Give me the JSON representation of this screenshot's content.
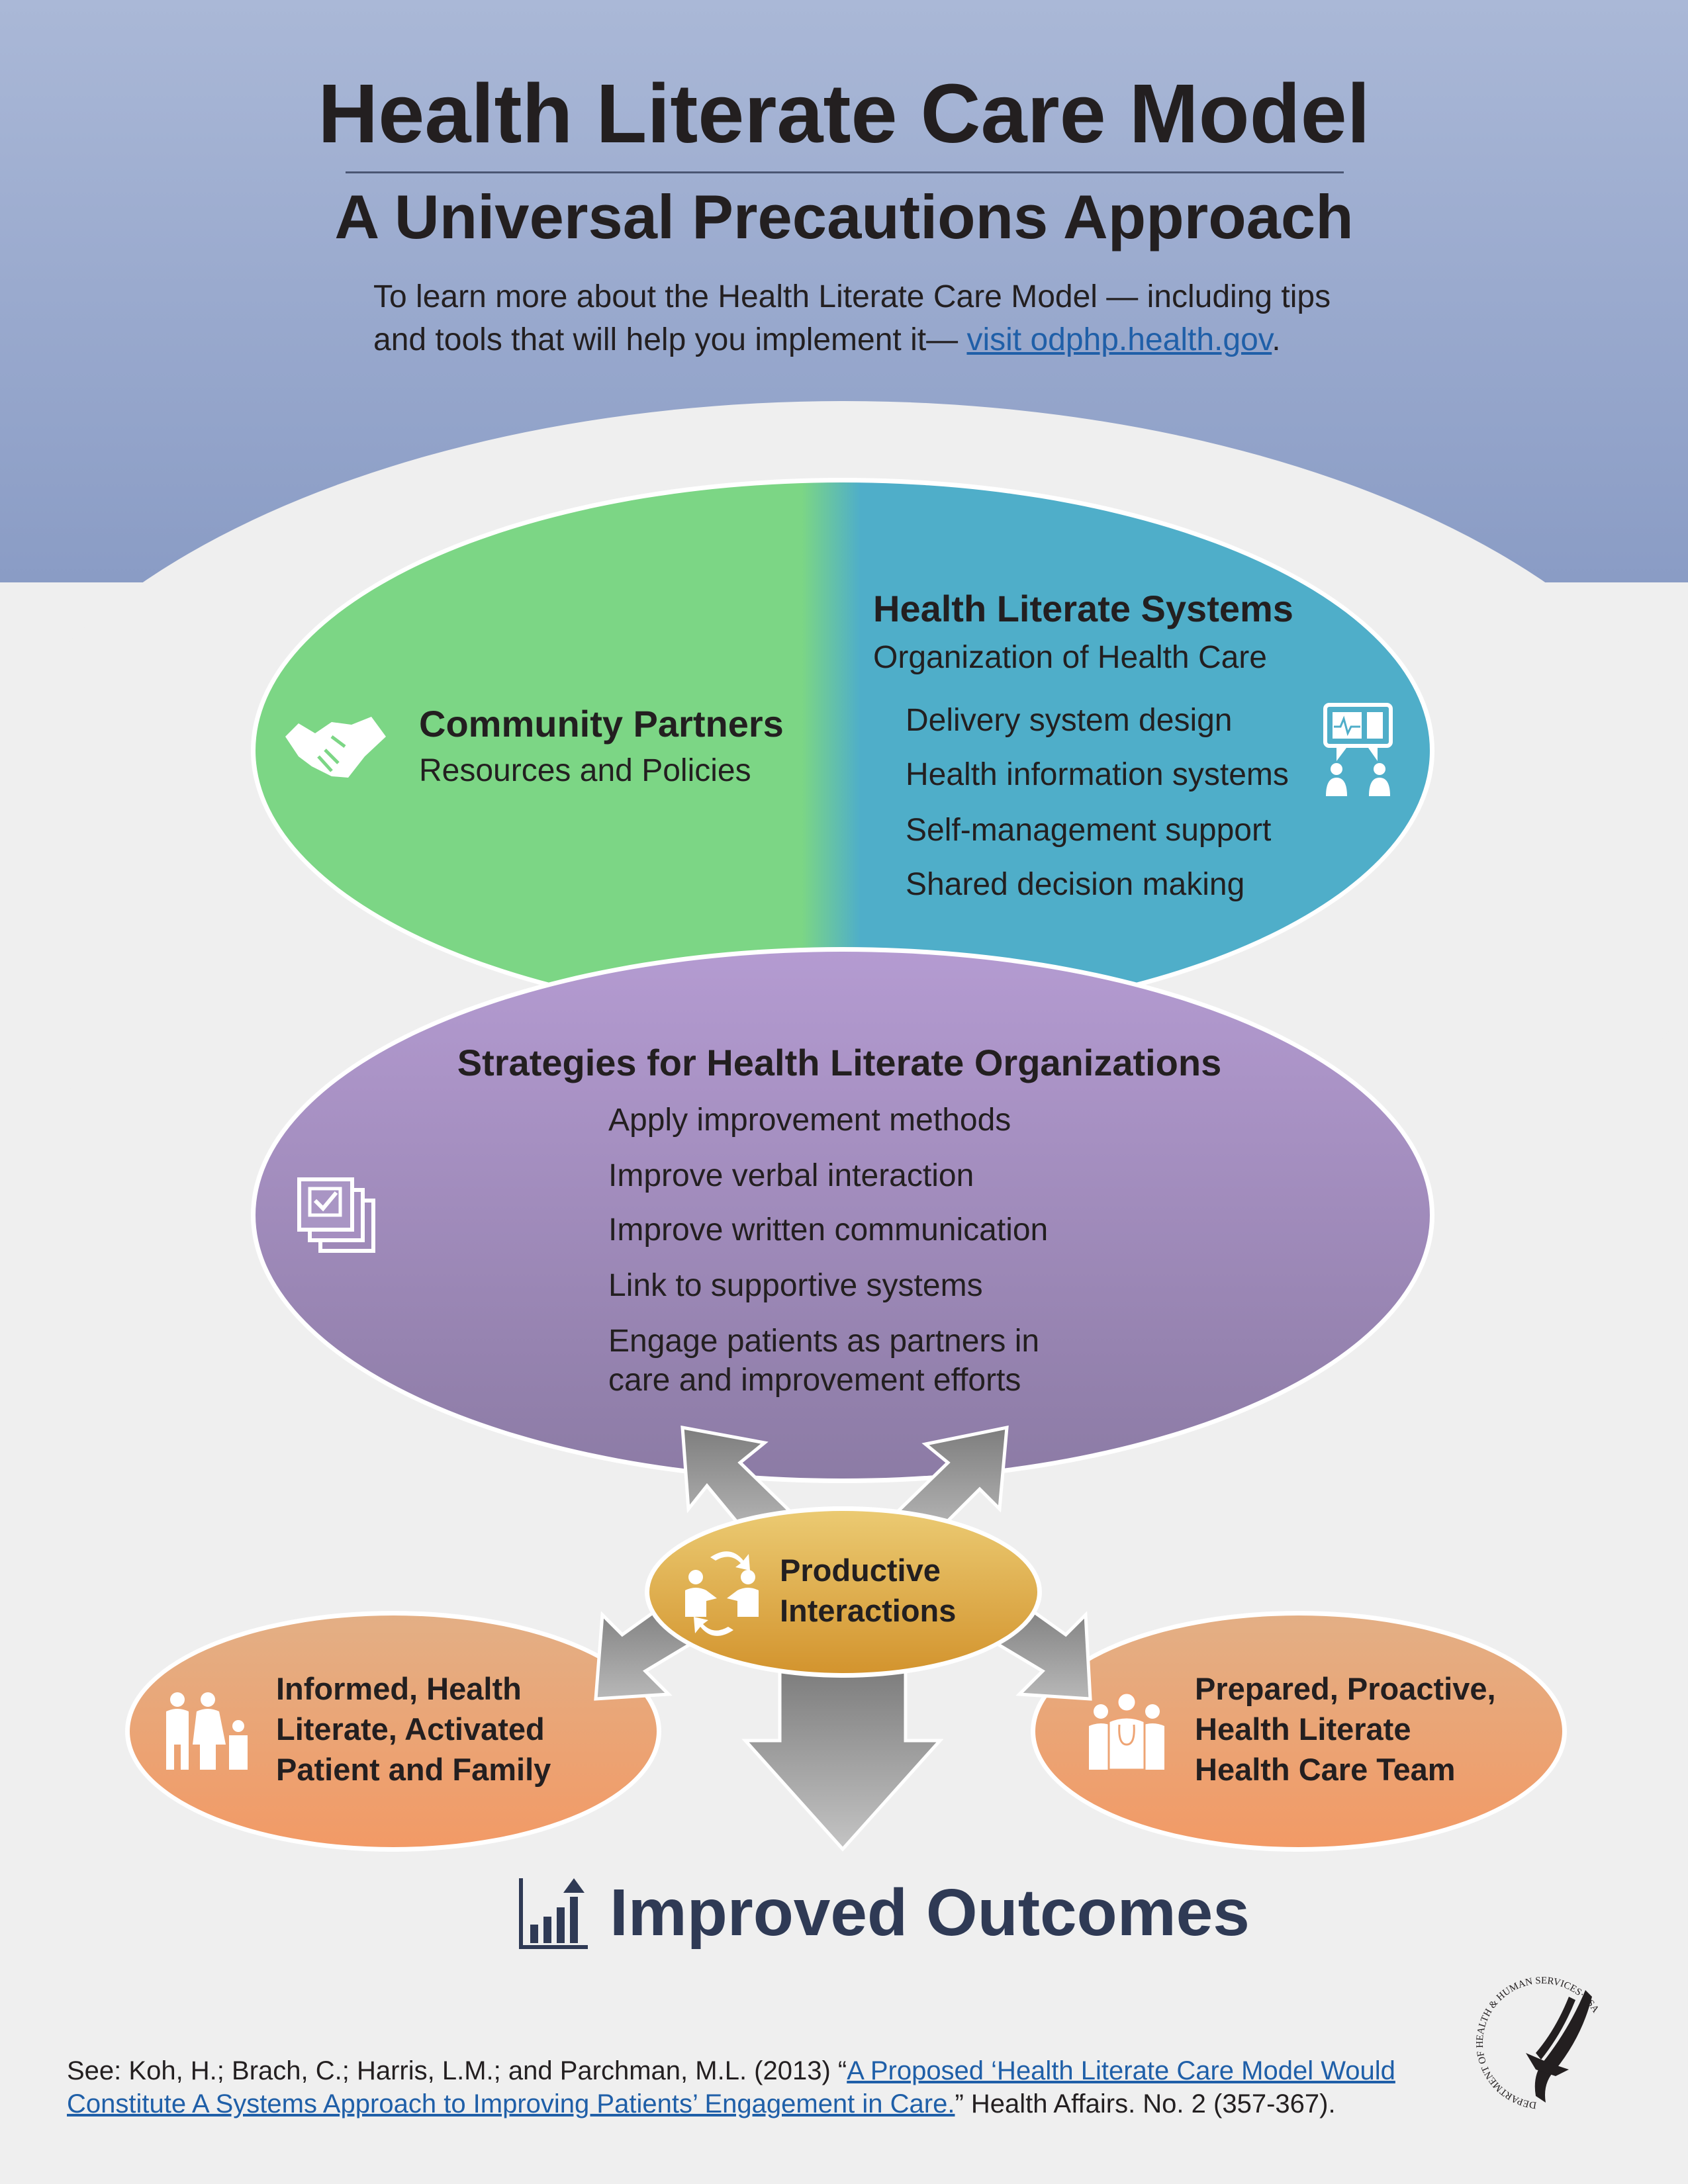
{
  "header": {
    "title": "Health Literate Care Model",
    "subtitle": "A Universal Precautions Approach",
    "intro_line1": "To learn more about the Health Literate Care Model — including tips",
    "intro_line2_prefix": "and tools that will help you implement it— ",
    "intro_link": "visit odphp.health.gov",
    "intro_line2_suffix": "."
  },
  "community": {
    "title": "Community Partners",
    "subtitle": "Resources and Policies"
  },
  "systems": {
    "title": "Health Literate Systems",
    "subtitle": "Organization of Health Care",
    "items": [
      "Delivery system design",
      "Health information systems",
      "Self-management support",
      "Shared decision making"
    ]
  },
  "strategies": {
    "title": "Strategies for Health Literate Organizations",
    "items": [
      "Apply improvement methods",
      "Improve verbal interaction",
      "Improve written communication",
      "Link to supportive systems",
      "Engage patients as partners in",
      "care and improvement efforts"
    ]
  },
  "productive": {
    "line1": "Productive",
    "line2": "Interactions"
  },
  "patient": {
    "line1": "Informed, Health",
    "line2": "Literate, Activated",
    "line3": "Patient and Family"
  },
  "team": {
    "line1": "Prepared, Proactive,",
    "line2": "Health Literate",
    "line3": "Health Care Team"
  },
  "outcome": "Improved Outcomes",
  "footer": {
    "prefix": "See: Koh, H.; Brach, C.; Harris, L.M.; and Parchman, M.L. (2013) “",
    "link_line1": "A Proposed ‘Health Literate Care Model Would",
    "link_line2": "Constitute A Systems Approach to Improving Patients’ Engagement in Care.",
    "suffix": "” Health Affairs. No. 2 (357-367).",
    "logo_text": "DEPARTMENT OF HEALTH & HUMAN SERVICES·USA"
  },
  "colors": {
    "green": "#7cd685",
    "blue": "#4faec9",
    "purple": "#a08cbc",
    "gold": "#e0b450",
    "orange": "#eea474",
    "text": "#231f20",
    "link": "#1f5fa8"
  }
}
